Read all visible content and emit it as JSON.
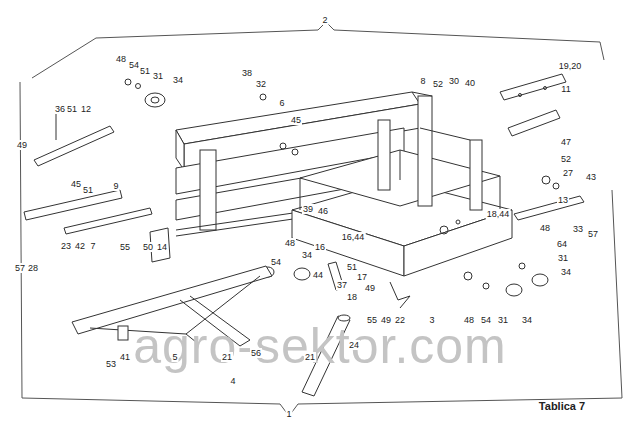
{
  "diagram": {
    "caption": "Tablica 7",
    "labels": [
      "agro-sektor.com",
      "2",
      "48",
      "54",
      "51",
      "31",
      "34",
      "38",
      "32",
      "6",
      "8",
      "52",
      "30",
      "40",
      "19,20",
      "11",
      "36",
      "51",
      "12",
      "45",
      "49",
      "45",
      "51",
      "9",
      "47",
      "52",
      "27",
      "43",
      "39",
      "46",
      "18,44",
      "13",
      "16,44",
      "48",
      "33",
      "57",
      "64",
      "31",
      "34",
      "23",
      "42",
      "7",
      "57",
      "28",
      "55",
      "50",
      "14",
      "48",
      "16",
      "34",
      "54",
      "44",
      "51",
      "17",
      "49",
      "37",
      "18",
      "55",
      "49",
      "22",
      "3",
      "48",
      "54",
      "31",
      "34",
      "41",
      "53",
      "5",
      "21",
      "56",
      "21",
      "24",
      "4",
      "1"
    ]
  }
}
